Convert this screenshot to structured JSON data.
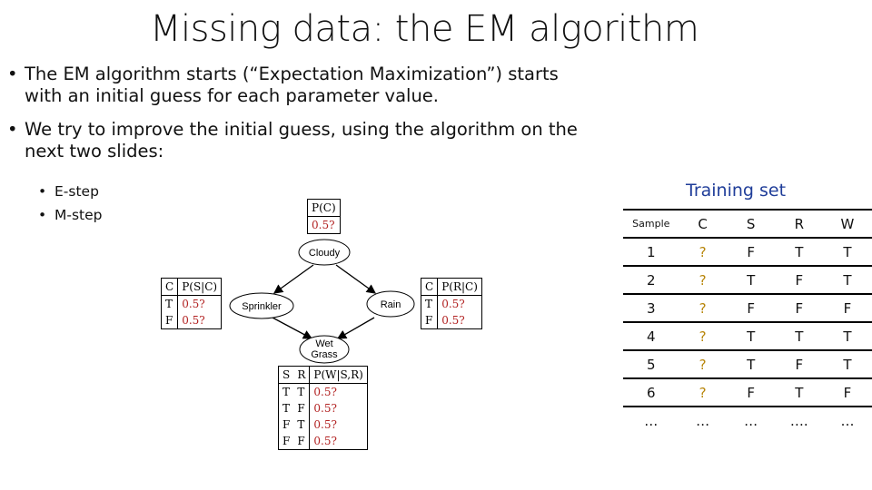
{
  "slide": {
    "title": "Missing data: the EM algorithm",
    "bullets": [
      "The EM algorithm starts (“Expectation Maximization”) starts with an initial guess for each parameter value.",
      "We try to improve the initial guess, using the algorithm on the next two slides:"
    ],
    "sub_bullets": [
      "E-step",
      "M-step"
    ]
  },
  "network": {
    "nodes": {
      "cloudy": "Cloudy",
      "sprinkler": "Sprinkler",
      "rain": "Rain",
      "wet_grass_line1": "Wet",
      "wet_grass_line2": "Grass"
    },
    "cpt_cloudy": {
      "header": "P(C)",
      "value": "0.5?"
    },
    "cpt_sprinkler": {
      "headers": [
        "C",
        "P(S|C)"
      ],
      "rows": [
        [
          "T",
          "0.5?"
        ],
        [
          "F",
          "0.5?"
        ]
      ]
    },
    "cpt_rain": {
      "headers": [
        "C",
        "P(R|C)"
      ],
      "rows": [
        [
          "T",
          "0.5?"
        ],
        [
          "F",
          "0.5?"
        ]
      ]
    },
    "cpt_wet": {
      "headers": [
        "S",
        "R",
        "P(W|S,R)"
      ],
      "rows": [
        [
          "T",
          "T",
          "0.5?"
        ],
        [
          "T",
          "F",
          "0.5?"
        ],
        [
          "F",
          "T",
          "0.5?"
        ],
        [
          "F",
          "F",
          "0.5?"
        ]
      ]
    }
  },
  "training": {
    "title": "Training set",
    "headers": [
      "Sample",
      "C",
      "S",
      "R",
      "W"
    ],
    "rows": [
      [
        "1",
        "?",
        "F",
        "T",
        "T"
      ],
      [
        "2",
        "?",
        "T",
        "F",
        "T"
      ],
      [
        "3",
        "?",
        "F",
        "F",
        "F"
      ],
      [
        "4",
        "?",
        "T",
        "T",
        "T"
      ],
      [
        "5",
        "?",
        "T",
        "F",
        "T"
      ],
      [
        "6",
        "?",
        "F",
        "T",
        "F"
      ],
      [
        "…",
        "…",
        "…",
        "….",
        "…"
      ]
    ]
  },
  "colors": {
    "red_value": "#b22222",
    "question_mark": "#b8860b",
    "training_title": "#1f3d99"
  }
}
